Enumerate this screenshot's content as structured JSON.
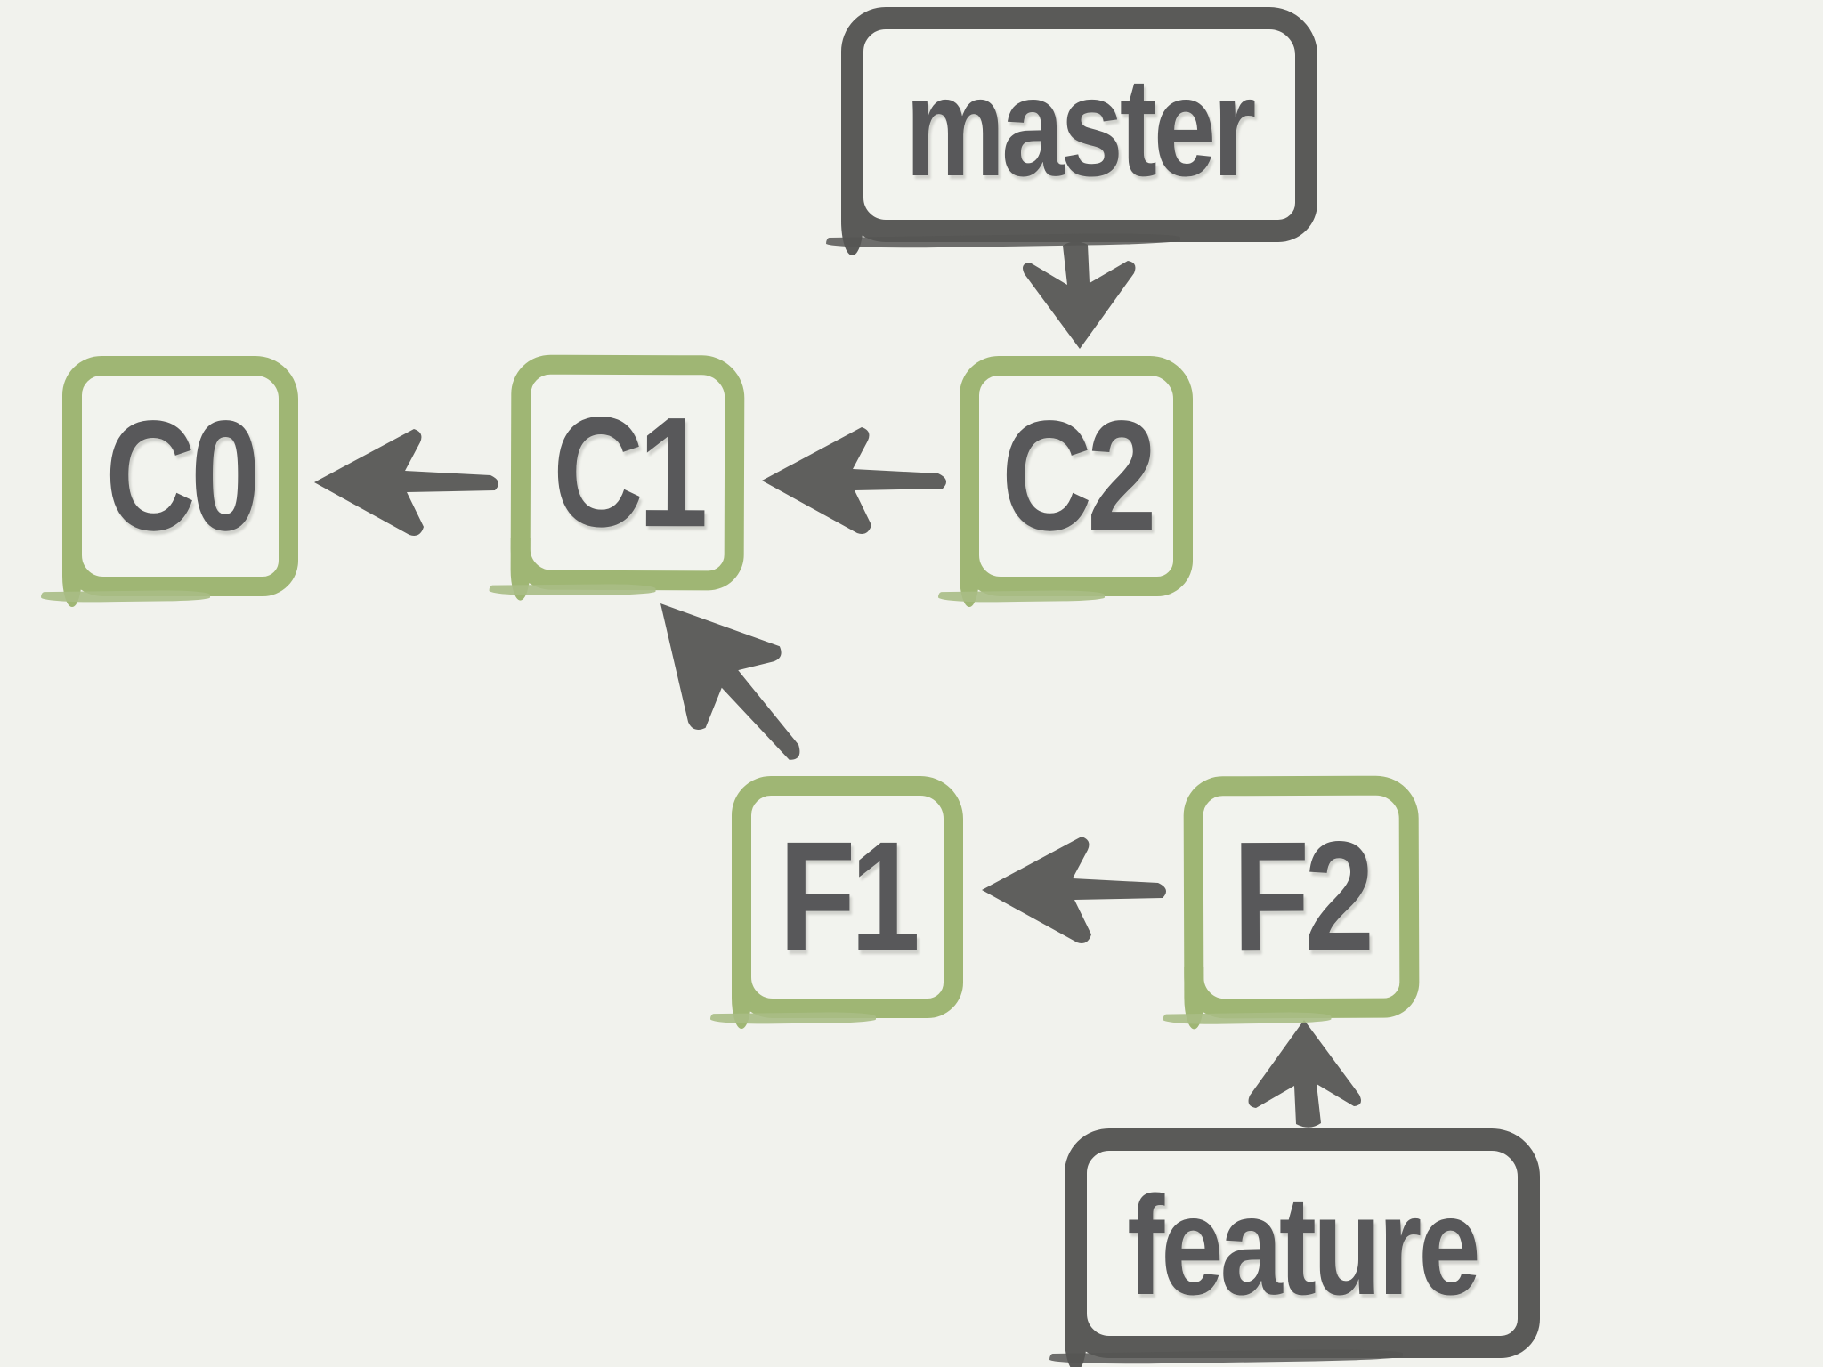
{
  "diagram": {
    "kind": "git-commit-graph",
    "background_color": "#f1f2ed"
  },
  "colors": {
    "branch_box_border": "#5a5a58",
    "commit_box_border": "#9fb674",
    "box_fill": "#f2f3ee",
    "label_text": "#58585a",
    "arrow": "#5f5f5d"
  },
  "nodes": {
    "master": {
      "label": "master",
      "kind": "branch-label"
    },
    "c0": {
      "label": "C0",
      "kind": "commit"
    },
    "c1": {
      "label": "C1",
      "kind": "commit"
    },
    "c2": {
      "label": "C2",
      "kind": "commit"
    },
    "f1": {
      "label": "F1",
      "kind": "commit"
    },
    "f2": {
      "label": "F2",
      "kind": "commit"
    },
    "feature": {
      "label": "feature",
      "kind": "branch-label"
    }
  },
  "edges": [
    {
      "from": "master",
      "to": "C2",
      "relation": "branch-pointer",
      "direction": "down"
    },
    {
      "from": "C2",
      "to": "C1",
      "relation": "parent",
      "direction": "left"
    },
    {
      "from": "C1",
      "to": "C0",
      "relation": "parent",
      "direction": "left"
    },
    {
      "from": "F1",
      "to": "C1",
      "relation": "parent",
      "direction": "up-left"
    },
    {
      "from": "F2",
      "to": "F1",
      "relation": "parent",
      "direction": "left"
    },
    {
      "from": "feature",
      "to": "F2",
      "relation": "branch-pointer",
      "direction": "up"
    }
  ]
}
